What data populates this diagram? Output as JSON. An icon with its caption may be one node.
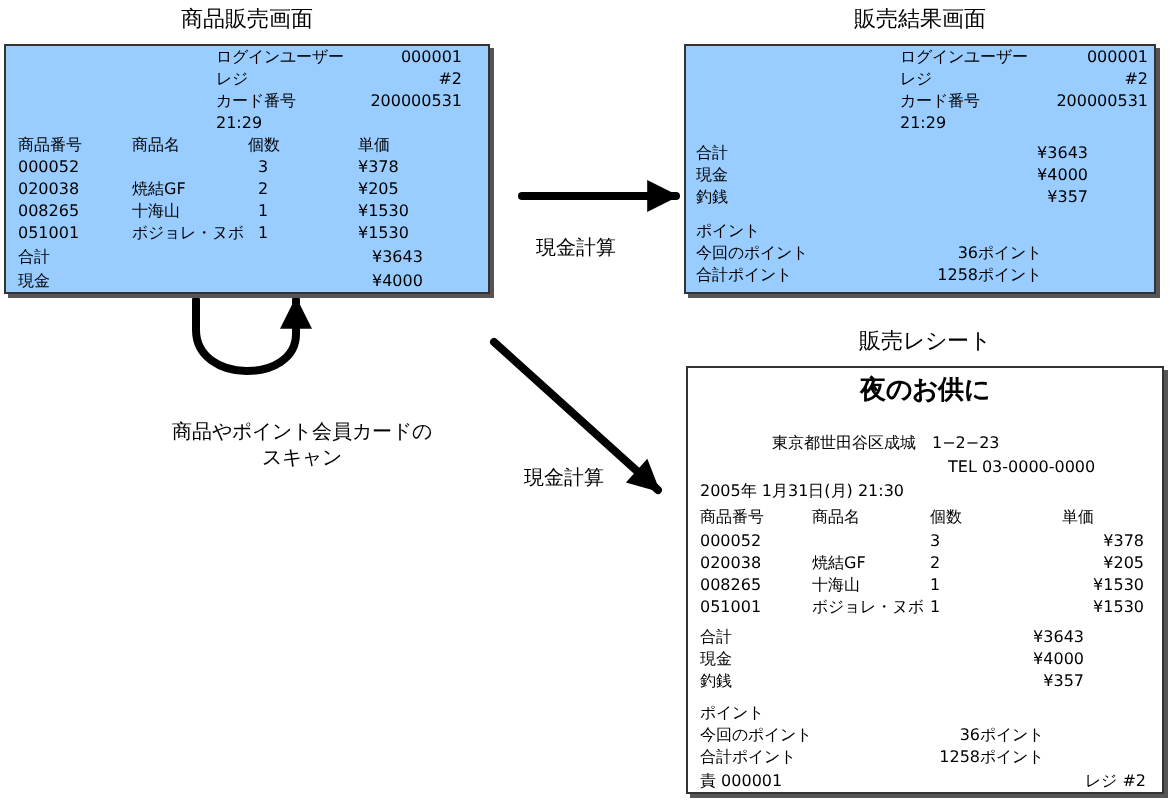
{
  "diagram": {
    "nodes": [
      {
        "text": [
          "商品販売画面",
          "ログインユーザー",
          "000001",
          "レジ",
          "#2",
          "カード番号",
          "200000531",
          "21:29",
          "商品番号",
          "商品名",
          "個数",
          "単価",
          "000052",
          "3",
          "¥378",
          "020038",
          "焼結GF",
          "2",
          "¥205",
          "008265",
          "十海山",
          "1",
          "¥1530",
          "051001",
          "ボジョレ・ヌボ",
          "1",
          "¥1530",
          "合計",
          "¥3643",
          "現金",
          "¥4000"
        ]
      },
      {
        "text": [
          "販売結果画面",
          "ログインユーザー",
          "000001",
          "レジ",
          "#2",
          "カード番号",
          "200000531",
          "21:29",
          "合計",
          "¥3643",
          "現金",
          "¥4000",
          "釣銭",
          "¥357",
          "ポイント",
          "今回のポイント",
          "36ポイント",
          "合計ポイント",
          "1258ポイント"
        ]
      },
      {
        "text": [
          "販売レシート",
          "夜のお供に",
          "東京都世田谷区成城　1−2−23",
          "TEL 03-0000-0000",
          "2005年 1月31日(月) 21:30",
          "商品番号",
          "商品名",
          "個数",
          "単価",
          "000052",
          "3",
          "¥378",
          "020038",
          "焼結GF",
          "2",
          "¥205",
          "008265",
          "十海山",
          "1",
          "¥1530",
          "051001",
          "ボジョレ・ヌボ",
          "1",
          "¥1530",
          "合計",
          "¥3643",
          "現金",
          "¥4000",
          "釣銭",
          "¥357",
          "ポイント",
          "今回のポイント",
          "36ポイント",
          "合計ポイント",
          "1258ポイント",
          "責 000001",
          "レジ #2"
        ]
      }
    ],
    "edges": [
      {
        "from": 0,
        "to": 0,
        "arrow": "to",
        "label": "商品やポイント会員カードのスキャン"
      },
      {
        "from": 0,
        "to": 1,
        "arrow": "to",
        "label": "現金計算"
      },
      {
        "from": 0,
        "to": 2,
        "arrow": "to",
        "label": "現金計算"
      }
    ]
  }
}
